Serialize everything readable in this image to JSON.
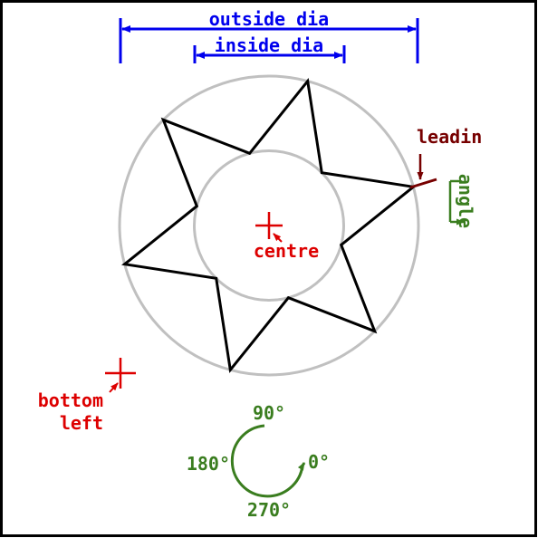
{
  "labels": {
    "outside_dia": "outside dia",
    "inside_dia": "inside dia",
    "leadin": "leadin",
    "angle": "angle",
    "centre": "centre",
    "bottom_left_line1": "bottom",
    "bottom_left_line2": "left",
    "deg_90": "90°",
    "deg_180": "180°",
    "deg_0": "0°",
    "deg_270": "270°"
  },
  "star": {
    "points": 6,
    "outside_dia": 330,
    "inside_dia": 165
  },
  "colors": {
    "border": "#000000",
    "dimension": "#0000ee",
    "circle_gray": "#c0c0c0",
    "star": "#000000",
    "marker_red": "#dd0000",
    "leadin": "#770000",
    "angle_green": "#3a7d1f"
  }
}
